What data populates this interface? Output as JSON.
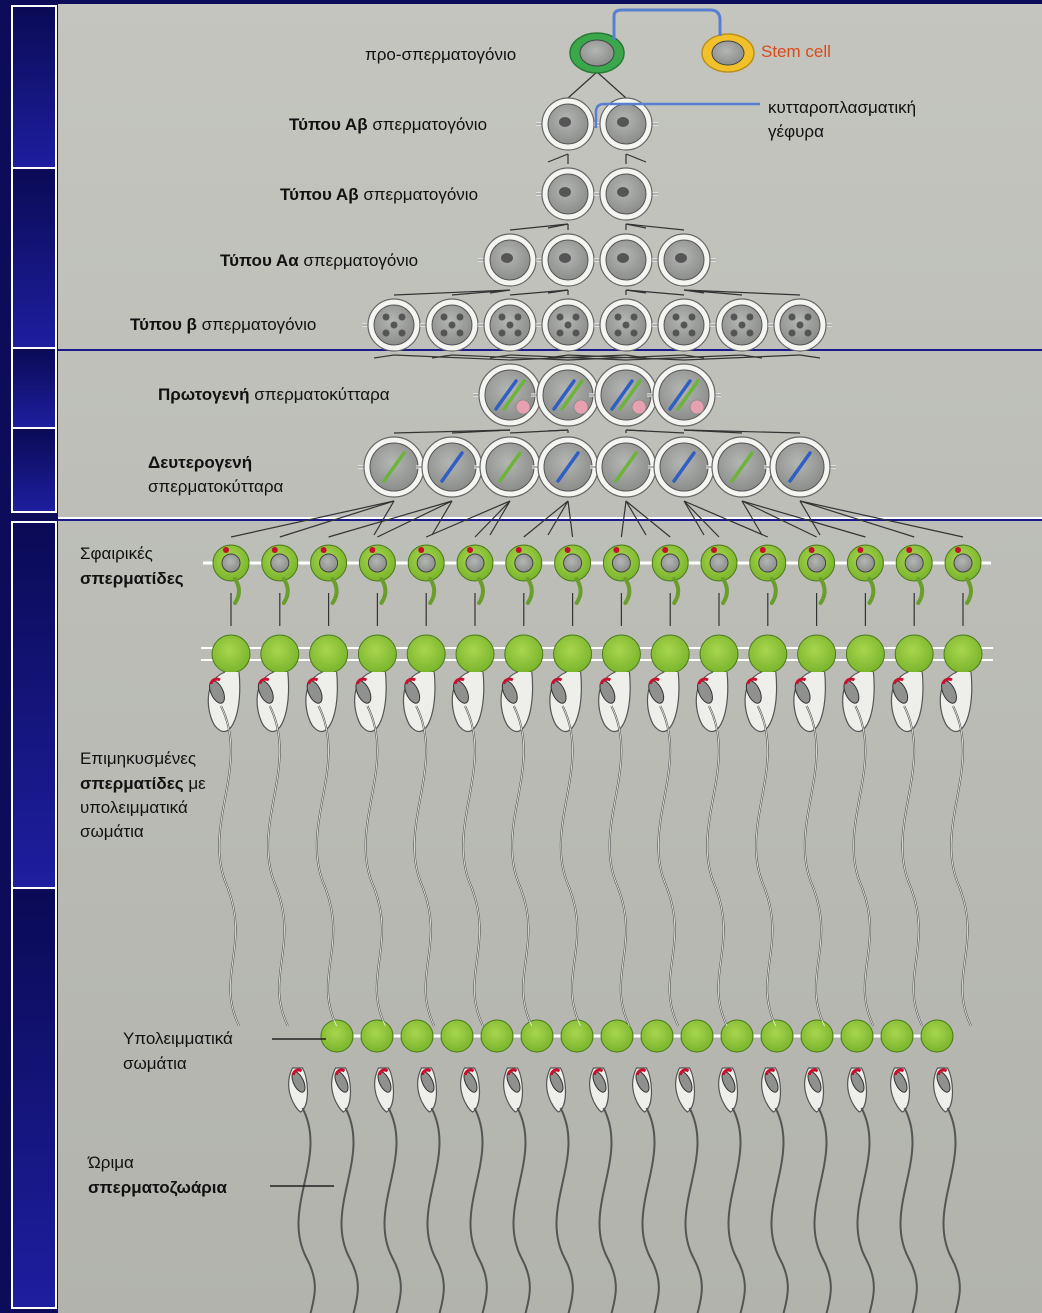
{
  "labels": {
    "pro_spermatogonium": "προ-σπερματογόνιο",
    "stem_cell": "Stem cell",
    "bridge_1": "κυτταροπλασματική",
    "bridge_2": "γέφυρα",
    "type_ab_bold": "Τύπου Αβ",
    "type_ab_rest": " σπερματογόνιο",
    "type_aa_bold": "Τύπου Αα",
    "type_aa_rest": " σπερματογόνιο",
    "type_b_bold": "Τύπου β",
    "type_b_rest": " σπερματογόνιο",
    "primary_bold": "Πρωτογενή",
    "primary_rest": " σπερματοκύτταρα",
    "secondary_bold": "Δευτερογενή",
    "secondary_rest": "σπερματοκύτταρα",
    "round_line1": "Σφαιρικές",
    "round_line2_bold": "σπερματίδες",
    "elong_line1": "Επιμηκυσμένες",
    "elong_line2_bold": "σπερματίδες",
    "elong_line2_rest": " με",
    "elong_line3": "υπολειμματικά",
    "elong_line4": "σωμάτια",
    "residual_line1": "Υπολειμματικά",
    "residual_line2": "σωμάτια",
    "mature_line1": "Ώριμα",
    "mature_line2_bold": "σπερματοζωάρια"
  },
  "cell_counts": {
    "pro_spermatogonium": 1,
    "type_ab_row1": 2,
    "type_ab_row2": 2,
    "type_aa": 4,
    "type_b": 8,
    "primary_spermatocytes": 4,
    "secondary_spermatocytes": 8,
    "round_spermatids": 16,
    "elongated_spermatids": 16,
    "residual_bodies": 16,
    "mature_spermatozoa": 16
  },
  "colors": {
    "slide_background": "#0c0c5a",
    "figure_background": "#b9bab4",
    "cell_gray": "#9a9c9a",
    "cell_green": "#8ec53a",
    "stem_cell_ring": "#f2c12a",
    "pro_cell_ring": "#3aa84a",
    "bridge_line": "#5a7fd0",
    "chromosome_blue": "#2f5fc4",
    "chromosome_green": "#6db43a",
    "acrosome_red": "#c8102e",
    "stem_cell_text": "#d84a1a"
  }
}
